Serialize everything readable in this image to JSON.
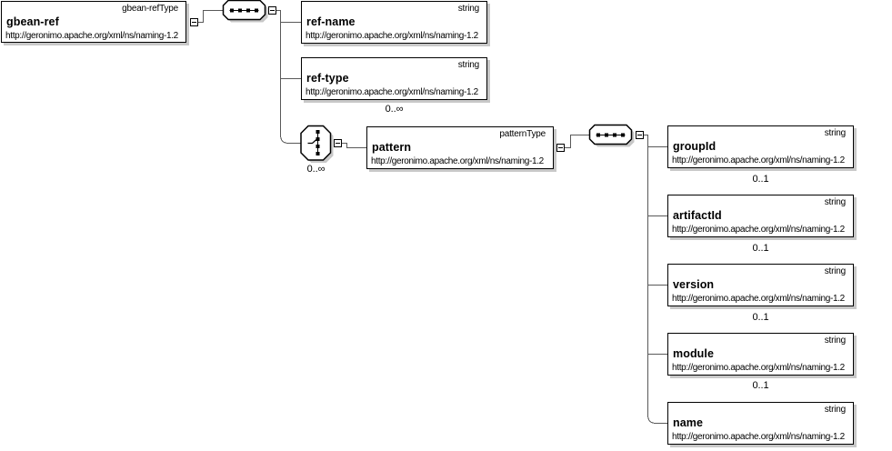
{
  "diagram": {
    "kind": "xml-schema-content-model",
    "namespace": "http://geronimo.apache.org/xml/ns/naming-1.2",
    "elements": {
      "gbean_ref": {
        "name": "gbean-ref",
        "type": "gbean-refType",
        "ns": "http://geronimo.apache.org/xml/ns/naming-1.2"
      },
      "ref_name": {
        "name": "ref-name",
        "type": "string",
        "ns": "http://geronimo.apache.org/xml/ns/naming-1.2"
      },
      "ref_type": {
        "name": "ref-type",
        "type": "string",
        "ns": "http://geronimo.apache.org/xml/ns/naming-1.2",
        "occurs": "0..∞"
      },
      "pattern": {
        "name": "pattern",
        "type": "patternType",
        "ns": "http://geronimo.apache.org/xml/ns/naming-1.2"
      },
      "groupId": {
        "name": "groupId",
        "type": "string",
        "ns": "http://geronimo.apache.org/xml/ns/naming-1.2",
        "occurs": "0..1"
      },
      "artifactId": {
        "name": "artifactId",
        "type": "string",
        "ns": "http://geronimo.apache.org/xml/ns/naming-1.2",
        "occurs": "0..1"
      },
      "version": {
        "name": "version",
        "type": "string",
        "ns": "http://geronimo.apache.org/xml/ns/naming-1.2",
        "occurs": "0..1"
      },
      "module": {
        "name": "module",
        "type": "string",
        "ns": "http://geronimo.apache.org/xml/ns/naming-1.2",
        "occurs": "0..1"
      },
      "name": {
        "name": "name",
        "type": "string",
        "ns": "http://geronimo.apache.org/xml/ns/naming-1.2"
      }
    },
    "compositors": {
      "sequence1": {
        "kind": "sequence"
      },
      "choice1": {
        "kind": "choice",
        "occurs": "0..∞"
      },
      "sequence2": {
        "kind": "sequence"
      }
    },
    "icons": {
      "sequence": "sequence-compositor-icon",
      "choice": "choice-compositor-icon",
      "collapse": "minus-icon"
    },
    "colors": {
      "background": "#ffffff",
      "box_border": "#000000",
      "connector": "#595959",
      "shadow": "#c8c8c8",
      "text": "#000000"
    }
  }
}
